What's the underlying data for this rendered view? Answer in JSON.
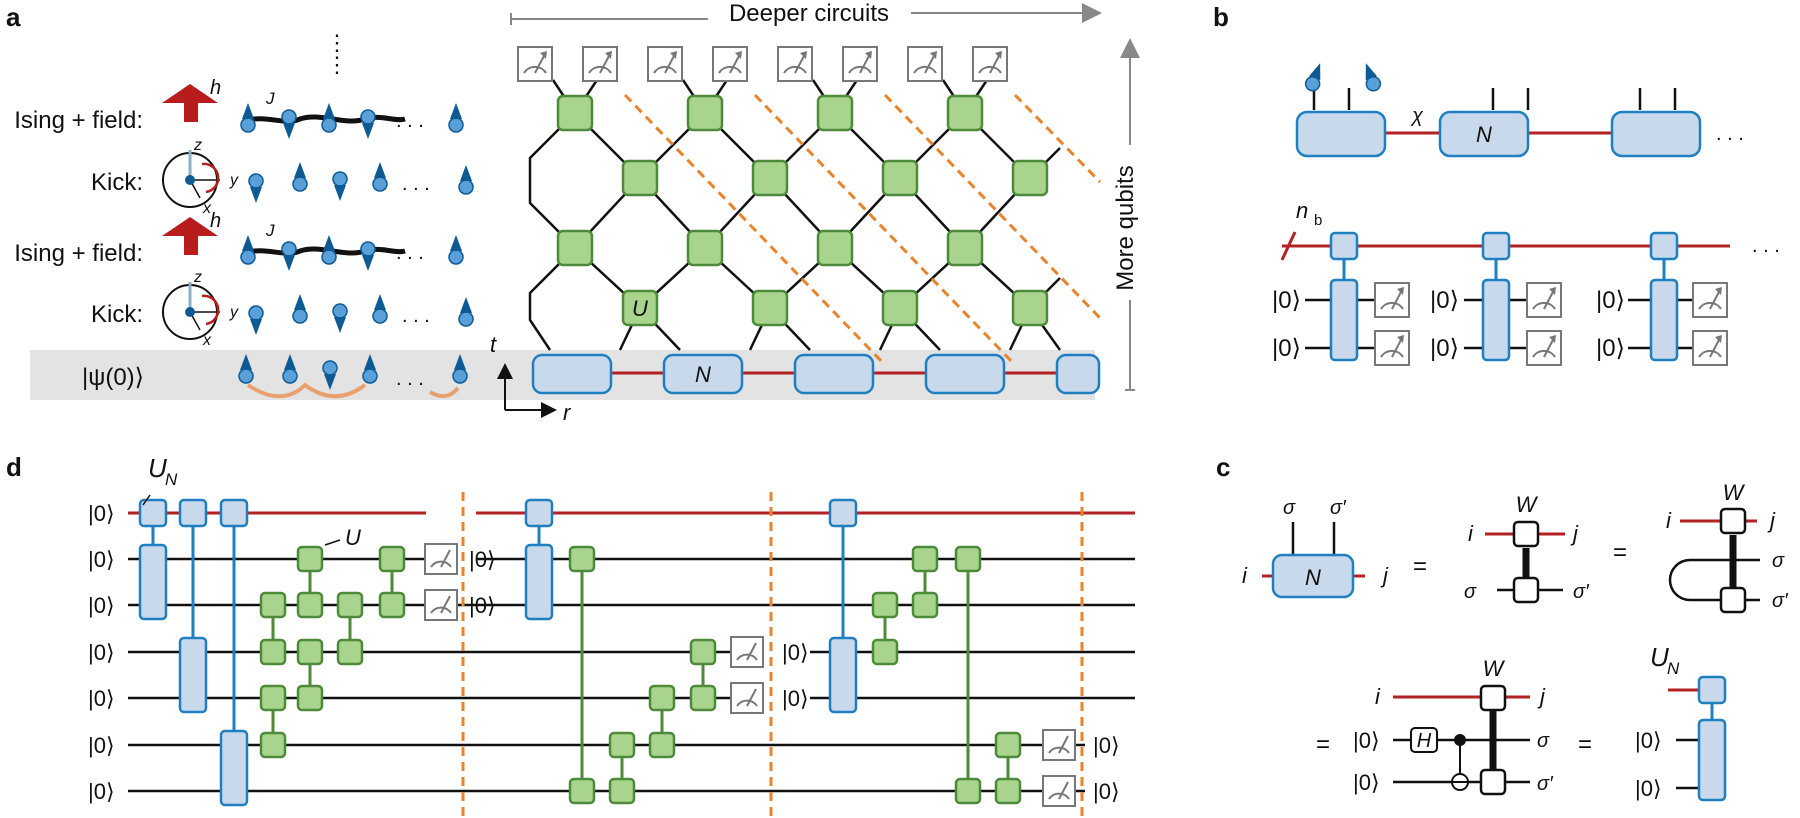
{
  "colors": {
    "bond": "#b22222",
    "node_fill": "#c9d9ec",
    "node_stroke": "#1f7fc0",
    "gate_fill": "#a8d48e",
    "gate_stroke": "#4d8a3a",
    "dash": "#e8842c",
    "spin": "#0e5a94",
    "arrow_red": "#b91c1c",
    "band": "#e3e3e3"
  },
  "panel_a": {
    "label": "a",
    "rows": [
      "Ising + field:",
      "Kick:",
      "Ising + field:",
      "Kick:"
    ],
    "psi0": "|ψ(0)⟩",
    "h": "h",
    "J": "J",
    "z": "z",
    "y": "y",
    "x": "x",
    "dots": ". . .",
    "deeper": "Deeper circuits",
    "more_qubits": "More qubits",
    "t": "t",
    "r": "r",
    "U": "U",
    "N": "N"
  },
  "panel_b": {
    "label": "b",
    "chi": "χ",
    "N": "N",
    "nb": "n",
    "nb_sub": "b",
    "ket0": "|0⟩",
    "dots": ". . ."
  },
  "panel_c": {
    "label": "c",
    "sigma": "σ",
    "sigmap": "σ′",
    "i": "i",
    "j": "j",
    "W": "W",
    "N": "N",
    "H": "H",
    "eq": "=",
    "UN": "U",
    "UN_sub": "N",
    "ket0": "|0⟩"
  },
  "panel_d": {
    "label": "d",
    "ket0": "|0⟩",
    "UN": "U",
    "UN_sub": "N",
    "U": "U"
  }
}
